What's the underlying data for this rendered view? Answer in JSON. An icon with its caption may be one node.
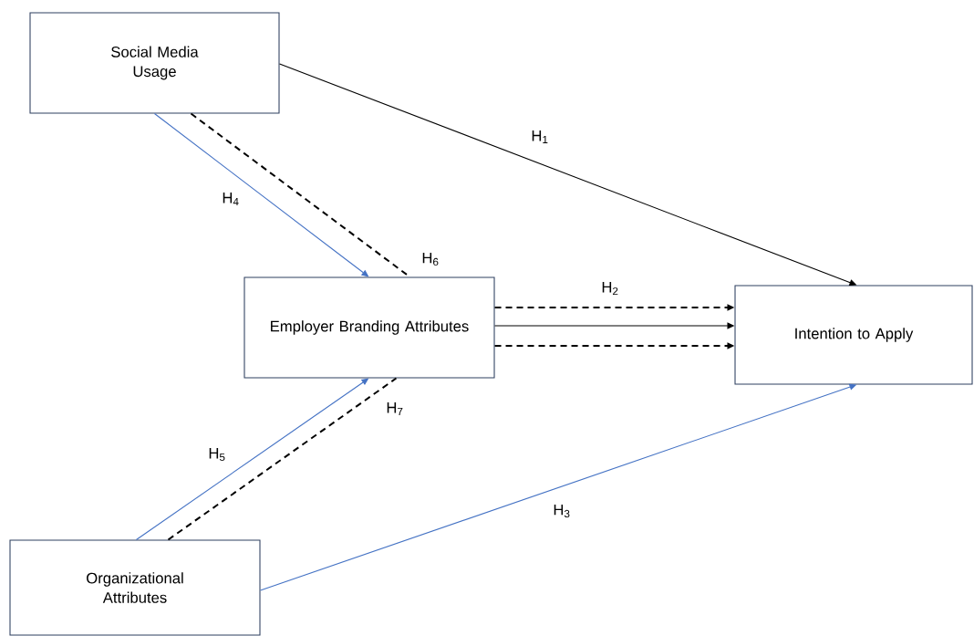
{
  "diagram": {
    "nodes": [
      {
        "text": [
          "Social Media Usage"
        ]
      },
      {
        "text": [
          "Employer Branding Attributes"
        ]
      },
      {
        "text": [
          "Intention to Apply"
        ]
      },
      {
        "text": [
          "Organizational Attributes"
        ]
      }
    ],
    "edges": [
      {
        "from": 0,
        "to": 2,
        "arrow": "to",
        "label": "H$_{1}$"
      },
      {
        "from": 0,
        "to": 1,
        "arrow": "to",
        "label": "H$_{4}$",
        "color": "#4472c4"
      },
      {
        "from": 0,
        "to": 1,
        "arrow": "none",
        "label": "H$_{6}$",
        "style": "dashed"
      },
      {
        "from": 1,
        "to": 2,
        "arrow": "to",
        "label": "H$_{2}$",
        "style": "dashed"
      },
      {
        "from": 1,
        "to": 2,
        "arrow": "to"
      },
      {
        "from": 1,
        "to": 2,
        "arrow": "to",
        "style": "dashed"
      },
      {
        "from": 3,
        "to": 1,
        "arrow": "to",
        "label": "H$_{5}$",
        "color": "#4472c4"
      },
      {
        "from": 3,
        "to": 1,
        "arrow": "none",
        "label": "H$_{7}$",
        "style": "dashed"
      },
      {
        "from": 3,
        "to": 2,
        "arrow": "to",
        "label": "H$_{3}$",
        "color": "#4472c4"
      }
    ]
  }
}
